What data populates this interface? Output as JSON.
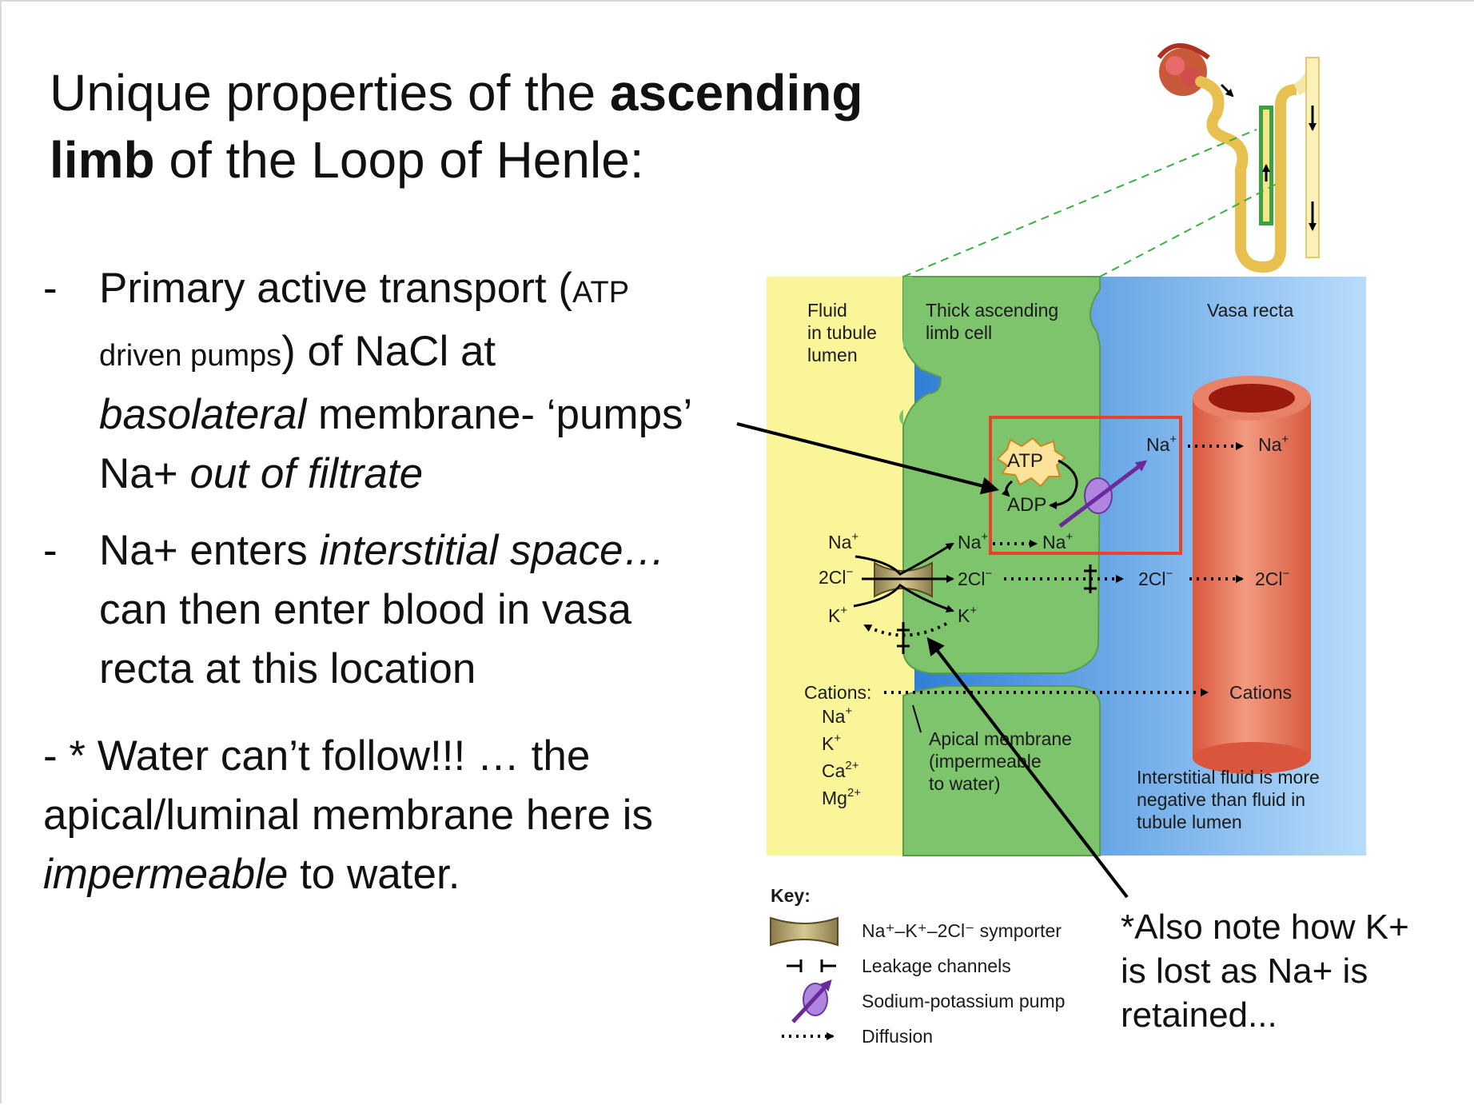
{
  "title": {
    "part1": "Unique properties of the ",
    "bold1": "ascending",
    "bold2": "limb",
    "part2": " of the Loop of Henle:"
  },
  "bullets": [
    {
      "dash": "-",
      "t1": "Primary active transport (",
      "t2": "ATP",
      "t3": "driven pumps",
      "t4": ") of NaCl at",
      "t5": "basolateral",
      "t6": " membrane- ‘pumps’",
      "t7": "Na+ ",
      "t8": "out of filtrate"
    },
    {
      "dash": "-",
      "t1": "Na+ enters ",
      "t2": "interstitial space…",
      "t3": "can then enter blood in vasa",
      "t4": "recta at this location"
    },
    {
      "t1": "- * Water can’t follow!!! … the",
      "t2": "apical/luminal membrane here is",
      "t3": "impermeable",
      "t4": " to water."
    }
  ],
  "note": [
    "*Also note how K+",
    "is lost as Na+ is",
    "retained..."
  ],
  "diagram": {
    "region_labels": {
      "lumen": [
        "Fluid",
        "in tubule",
        "lumen"
      ],
      "cell": [
        "Thick ascending",
        "limb cell"
      ],
      "vasa": "Vasa recta"
    },
    "pump": {
      "atp": "ATP",
      "adp": "ADP"
    },
    "ions": {
      "na_plus": "Na",
      "plus": "+",
      "cl": "2Cl",
      "minus": "−",
      "k": "K",
      "cations_label": "Cations:",
      "cations": "Cations",
      "ca": "Ca",
      "mg": "Mg",
      "two_plus": "2+"
    },
    "apical": [
      "Apical membrane",
      "(impermeable",
      "to water)"
    ],
    "interstitial": [
      "Interstitial fluid is more",
      "negative than fluid in",
      "tubule lumen"
    ],
    "key": {
      "title": "Key:",
      "symporter": "Na⁺–K⁺–2Cl⁻ symporter",
      "leakage": "Leakage channels",
      "pump": "Sodium-potassium pump",
      "diffusion": "Diffusion"
    },
    "colors": {
      "lumen": "#fbf59a",
      "cell": "#7ec46c",
      "interstitial": "#3a87d8",
      "vessel": "#e9765a",
      "highlight": "#e8422a",
      "pump": "#9a6ad0"
    }
  }
}
